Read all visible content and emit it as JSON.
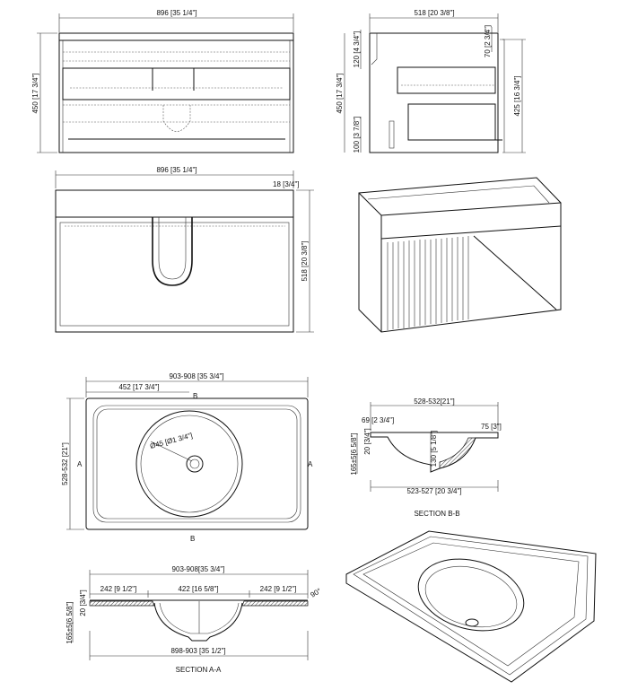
{
  "front_view": {
    "width": "896 [35 1/4\"]",
    "height": "450 [17 3/4\"]"
  },
  "side_view": {
    "depth": "518 [20 3/8\"]",
    "height": "450 [17 3/4\"]",
    "top_gap": "120 [4 3/4\"]",
    "bottom_gap": "100 [3 7/8\"]",
    "top_offset": "70 [2 3/4\"]",
    "inner_height": "425 [16 3/4\"]"
  },
  "top_view": {
    "width": "896 [35 1/4\"]",
    "depth": "518 [20 3/8\"]",
    "thickness": "18 [3/4\"]"
  },
  "basin_plan": {
    "width": "903-908 [35 3/4\"]",
    "center": "452 [17 3/4\"]",
    "depth": "528-532 [21\"]",
    "drain": "Ø45 [Ø1 3/4\"]",
    "marker_a": "A",
    "marker_b": "B"
  },
  "section_bb": {
    "title": "SECTION B-B",
    "width": "528-532[21\"]",
    "left_rim": "69 [2 3/4\"]",
    "right_rim": "75 [3\"]",
    "thickness": "20 [3/4\"]",
    "height": "165±5[6 5/8\"]",
    "bowl_depth": "130 [5 1/8\"]",
    "bottom_width": "523-527 [20 3/4\"]"
  },
  "section_aa": {
    "title": "SECTION A-A",
    "width": "903-908[35 3/4\"]",
    "left": "242 [9 1/2\"]",
    "middle": "422 [16 5/8\"]",
    "right": "242 [9 1/2\"]",
    "angle": "90°",
    "thickness": "20 [3/4\"]",
    "height": "165±5[6 5/8\"]",
    "bottom_width": "898-903 [35 1/2\"]"
  }
}
